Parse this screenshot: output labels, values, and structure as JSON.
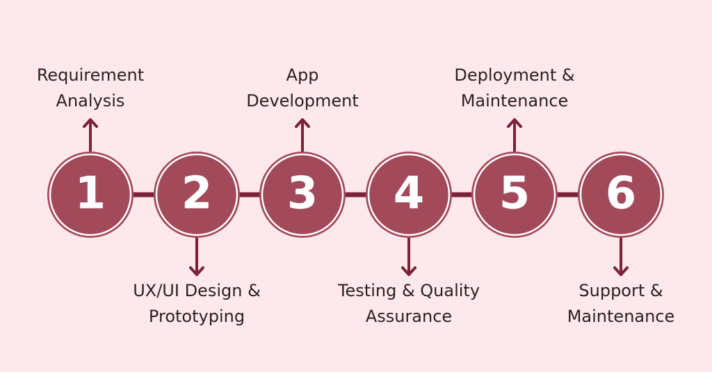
{
  "colors": {
    "background": "#fde8ec",
    "circle_fill": "#a34a5a",
    "circle_ring": "#ffffff",
    "connector": "#7a2236",
    "number_text": "#ffffff",
    "label_text": "#2a1f22"
  },
  "steps": [
    {
      "number": "1",
      "label_lines": [
        "Requirement",
        "Analysis"
      ],
      "position": "above"
    },
    {
      "number": "2",
      "label_lines": [
        "UX/UI Design &",
        "Prototyping"
      ],
      "position": "below"
    },
    {
      "number": "3",
      "label_lines": [
        "App",
        "Development"
      ],
      "position": "above"
    },
    {
      "number": "4",
      "label_lines": [
        "Testing & Quality",
        "Assurance"
      ],
      "position": "below"
    },
    {
      "number": "5",
      "label_lines": [
        "Deployment &",
        "Maintenance"
      ],
      "position": "above"
    },
    {
      "number": "6",
      "label_lines": [
        "Support &",
        "Maintenance"
      ],
      "position": "below"
    }
  ]
}
